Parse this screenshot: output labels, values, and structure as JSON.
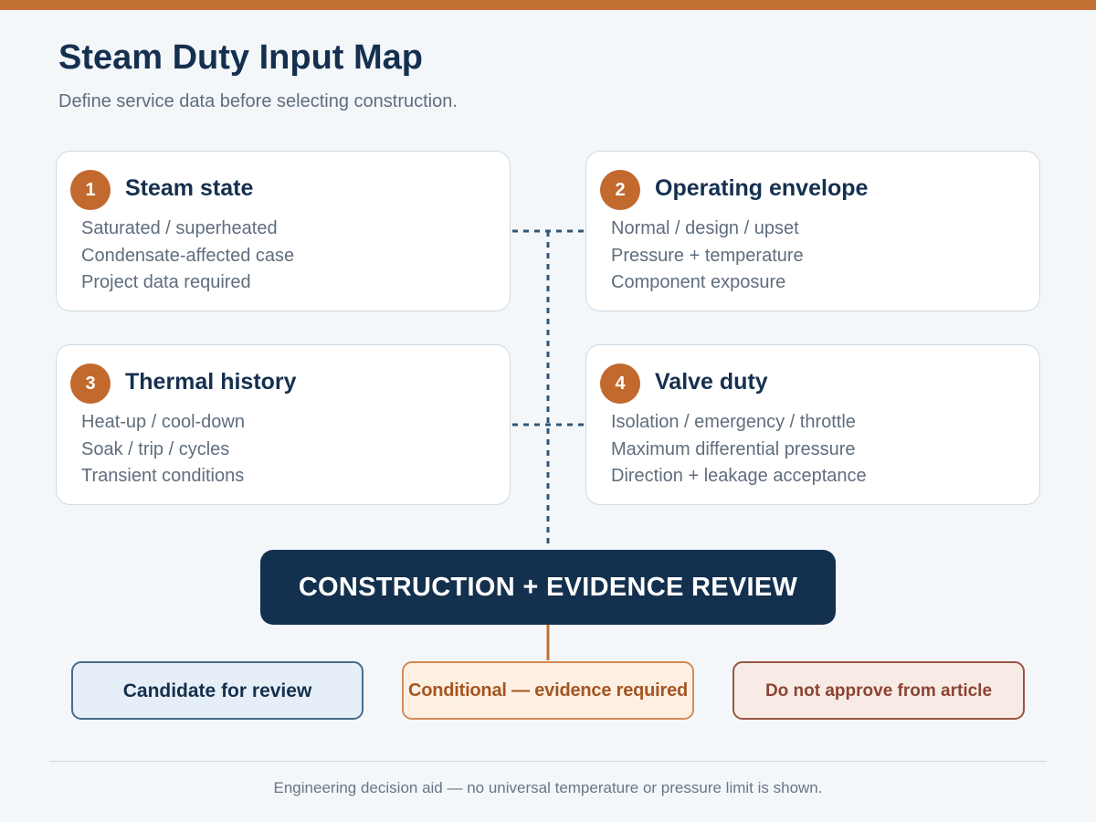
{
  "header": {
    "title": "Steam Duty Input Map",
    "subtitle": "Define service data before selecting construction."
  },
  "cards": [
    {
      "number": "1",
      "title": "Steam state",
      "lines": [
        "Saturated / superheated",
        "Condensate-affected case",
        "Project data required"
      ]
    },
    {
      "number": "2",
      "title": "Operating envelope",
      "lines": [
        "Normal / design / upset",
        "Pressure + temperature",
        "Component exposure"
      ]
    },
    {
      "number": "3",
      "title": "Thermal history",
      "lines": [
        "Heat-up / cool-down",
        "Soak / trip / cycles",
        "Transient conditions"
      ]
    },
    {
      "number": "4",
      "title": "Valve duty",
      "lines": [
        "Isolation / emergency / throttle",
        "Maximum differential pressure",
        "Direction + leakage acceptance"
      ]
    }
  ],
  "review": {
    "label": "CONSTRUCTION + EVIDENCE REVIEW"
  },
  "outcomes": [
    {
      "label": "Candidate for review",
      "color": "#4b6b8e"
    },
    {
      "label": "Conditional — evidence required",
      "color": "#d18b57"
    },
    {
      "label": "Do not approve from article",
      "color": "#9a5543"
    }
  ],
  "footer": {
    "note": "Engineering decision aid — no universal temperature or pressure limit is shown."
  },
  "colors": {
    "accent": "#c27034",
    "navy": "#13304e",
    "connector": "#2f5678"
  }
}
